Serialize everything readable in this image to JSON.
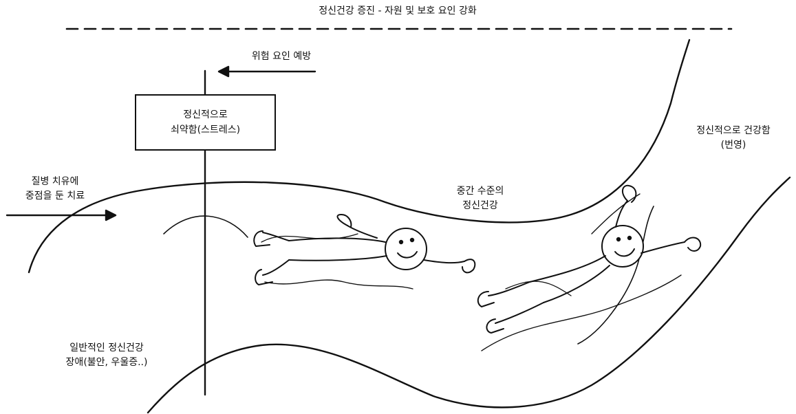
{
  "title": "정신건강 증진 - 자원 및 보호 요인 강화",
  "labels": {
    "risk_prevention": "위험 요인 예방",
    "vulnerable": [
      "정신적으로",
      "쇠약함(스트레스)"
    ],
    "healthy": [
      "정신적으로 건강함",
      "(번영)"
    ],
    "intermediate": [
      "중간 수준의",
      "정신건강"
    ],
    "treatment": [
      "질병 치유에",
      "중점을 둔 치료"
    ],
    "disorder": [
      "일반적인 정신건강",
      "장애(불안, 우울증..)"
    ]
  },
  "colors": {
    "ink": "#111111",
    "background": "#ffffff"
  }
}
